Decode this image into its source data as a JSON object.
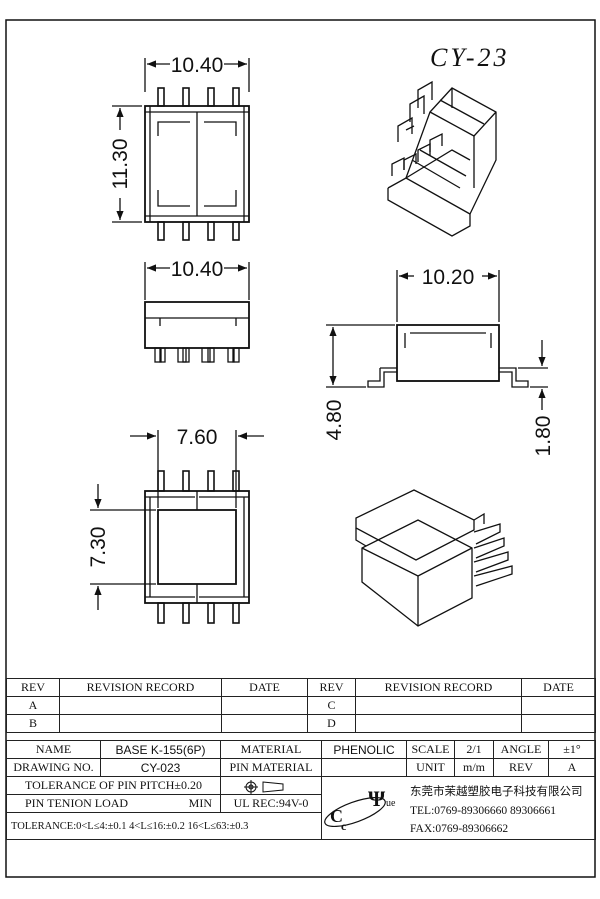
{
  "drawing": {
    "model": "CY-23",
    "dims": {
      "top_width": "10.40",
      "top_height": "11.30",
      "side_width": "10.40",
      "front_width": "10.20",
      "front_height": "4.80",
      "front_pin": "1.80",
      "bottom_width": "7.60",
      "bottom_height": "7.30"
    }
  },
  "revision": {
    "headers": [
      "REV",
      "REVISION RECORD",
      "DATE",
      "REV",
      "REVISION RECORD",
      "DATE"
    ],
    "rows": [
      [
        "A",
        "",
        "",
        "C",
        "",
        ""
      ],
      [
        "B",
        "",
        "",
        "D",
        "",
        ""
      ]
    ]
  },
  "titleblock": {
    "name_label": "NAME",
    "name_value": "BASE K-155(6P)",
    "material_label": "MATERIAL",
    "material_value": "PHENOLIC",
    "scale_label": "SCALE",
    "scale_value": "2/1",
    "angle_label": "ANGLE",
    "angle_value": "±1°",
    "drawing_no_label": "DRAWING NO.",
    "drawing_no_value": "CY-023",
    "pin_material_label": "PIN MATERIAL",
    "unit_label": "UNIT",
    "unit_value": "m/m",
    "rev_label": "REV",
    "rev_value": "A",
    "tol_pitch": "TOLERANCE OF PIN PITCH±0.20",
    "tension_label": "PIN TENION LOAD",
    "tension_value": "MIN",
    "ul_rec": "UL REC:94V-0",
    "tolerance": "TOLERANCE:0<L≤4:±0.1  4<L≤16:±0.2  16<L≤63:±0.3",
    "company": "东莞市茉越塑胶电子科技有限公司",
    "tel": "TEL:0769-89306660 89306661",
    "fax": "FAX:0769-89306662"
  }
}
